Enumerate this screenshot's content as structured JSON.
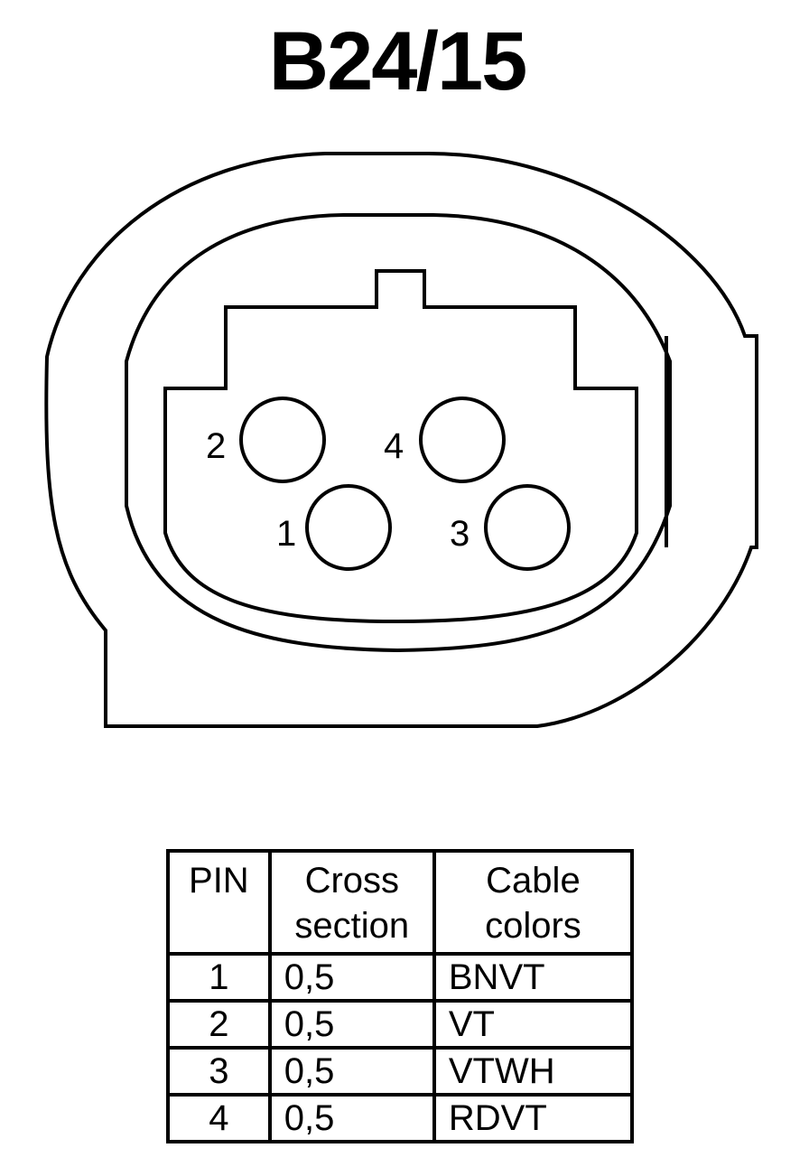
{
  "title": "B24/15",
  "connector": {
    "pins": [
      {
        "number": "1"
      },
      {
        "number": "2"
      },
      {
        "number": "3"
      },
      {
        "number": "4"
      }
    ]
  },
  "table": {
    "headers": {
      "pin": "PIN",
      "cross_line1": "Cross",
      "cross_line2": "section",
      "color_line1": "Cable",
      "color_line2": "colors"
    },
    "rows": [
      {
        "pin": "1",
        "cross_section": "0,5",
        "cable_colors": "BNVT"
      },
      {
        "pin": "2",
        "cross_section": "0,5",
        "cable_colors": "VT"
      },
      {
        "pin": "3",
        "cross_section": "0,5",
        "cable_colors": "VTWH"
      },
      {
        "pin": "4",
        "cross_section": "0,5",
        "cable_colors": "RDVT"
      }
    ]
  }
}
